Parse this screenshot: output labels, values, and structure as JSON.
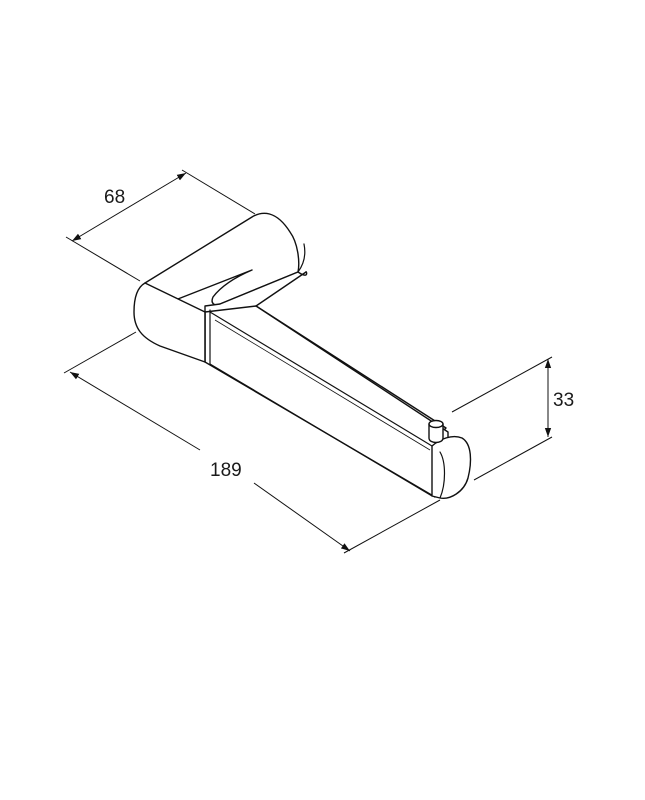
{
  "dimensions": {
    "depth": "68",
    "length": "189",
    "height": "33"
  }
}
